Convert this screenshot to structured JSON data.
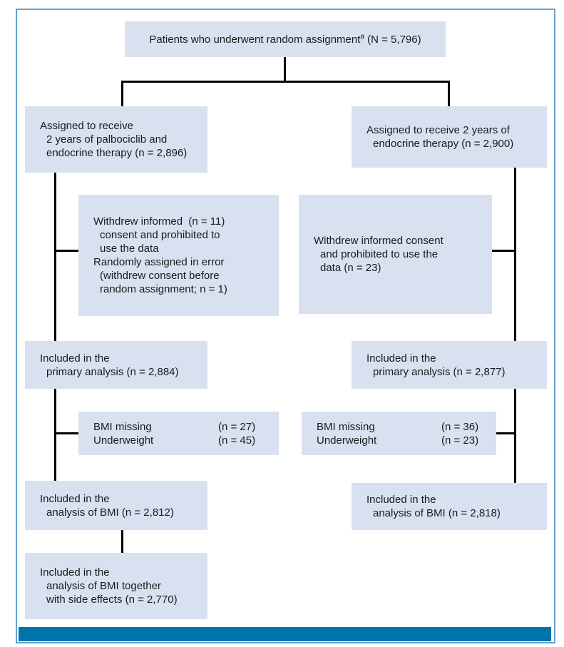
{
  "colors": {
    "box_fill": "#d9e1f1",
    "frame_border": "#62a2c8",
    "footer_bar": "#0074a9",
    "connector": "#000000"
  },
  "diagram": {
    "top": {
      "text": "Patients who underwent random assignment",
      "sup": "a",
      "suffix": " (N = 5,796)"
    },
    "left_assigned": {
      "lines": [
        "Assigned to receive",
        "2 years of palbociclib and",
        "endocrine therapy (n = 2,896)"
      ]
    },
    "right_assigned": {
      "lines": [
        "Assigned to receive 2 years of",
        "endocrine therapy (n = 2,900)"
      ]
    },
    "left_withdrew": {
      "lines": [
        "Withdrew informed  (n = 11)",
        "consent and prohibited to",
        "use the data",
        "Randomly assigned in error",
        "(withdrew consent before",
        "random assignment; n = 1)"
      ]
    },
    "right_withdrew": {
      "lines": [
        "Withdrew informed consent",
        "and prohibited to use the",
        "data (n = 23)"
      ]
    },
    "left_primary": {
      "lines": [
        "Included in the",
        "primary analysis (n = 2,884)"
      ]
    },
    "right_primary": {
      "lines": [
        "Included in the",
        "primary analysis (n = 2,877)"
      ]
    },
    "left_bmi": {
      "rows": [
        {
          "label": "BMI missing",
          "n": "(n = 27)"
        },
        {
          "label": "Underweight",
          "n": "(n = 45)"
        }
      ]
    },
    "right_bmi": {
      "rows": [
        {
          "label": "BMI missing",
          "n": "(n = 36)"
        },
        {
          "label": "Underweight",
          "n": "(n = 23)"
        }
      ]
    },
    "left_bmi_analysis": {
      "lines": [
        "Included in the",
        "analysis of BMI (n = 2,812)"
      ]
    },
    "right_bmi_analysis": {
      "lines": [
        "Included in the",
        "analysis of BMI (n = 2,818)"
      ]
    },
    "left_final": {
      "lines": [
        "Included in the",
        "analysis of BMI together",
        "with side effects (n = 2,770)"
      ]
    }
  }
}
